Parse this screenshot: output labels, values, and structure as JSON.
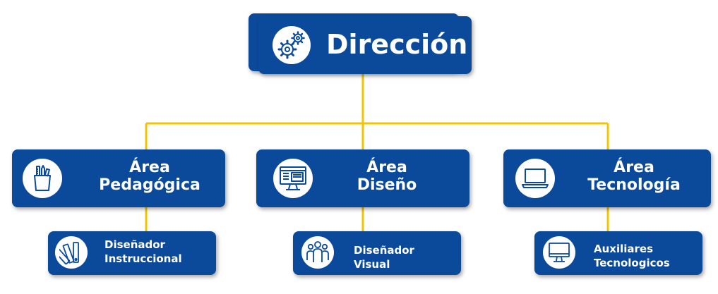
{
  "colors": {
    "box": "#0b4a9b",
    "connector": "#f2c500",
    "icon_bg": "#ffffff",
    "icon_stroke": "#0b4a9b"
  },
  "root": {
    "label": "Dirección",
    "icon": "gears-icon"
  },
  "areas": [
    {
      "label_lines": [
        "Área",
        "Pedagógica"
      ],
      "icon": "pencil-cup-icon",
      "child": {
        "label_lines": [
          "Diseñador",
          "Instruccional"
        ],
        "icon": "color-swatch-icon"
      }
    },
    {
      "label_lines": [
        "Área",
        "Diseño"
      ],
      "icon": "monitor-layout-icon",
      "child": {
        "label_lines": [
          "Diseñador",
          "Visual"
        ],
        "icon": "people-group-icon"
      }
    },
    {
      "label_lines": [
        "Área",
        "Tecnología"
      ],
      "icon": "laptop-icon",
      "child": {
        "label_lines": [
          "Auxiliares",
          "Tecnologicos"
        ],
        "icon": "desktop-monitor-icon"
      }
    }
  ]
}
